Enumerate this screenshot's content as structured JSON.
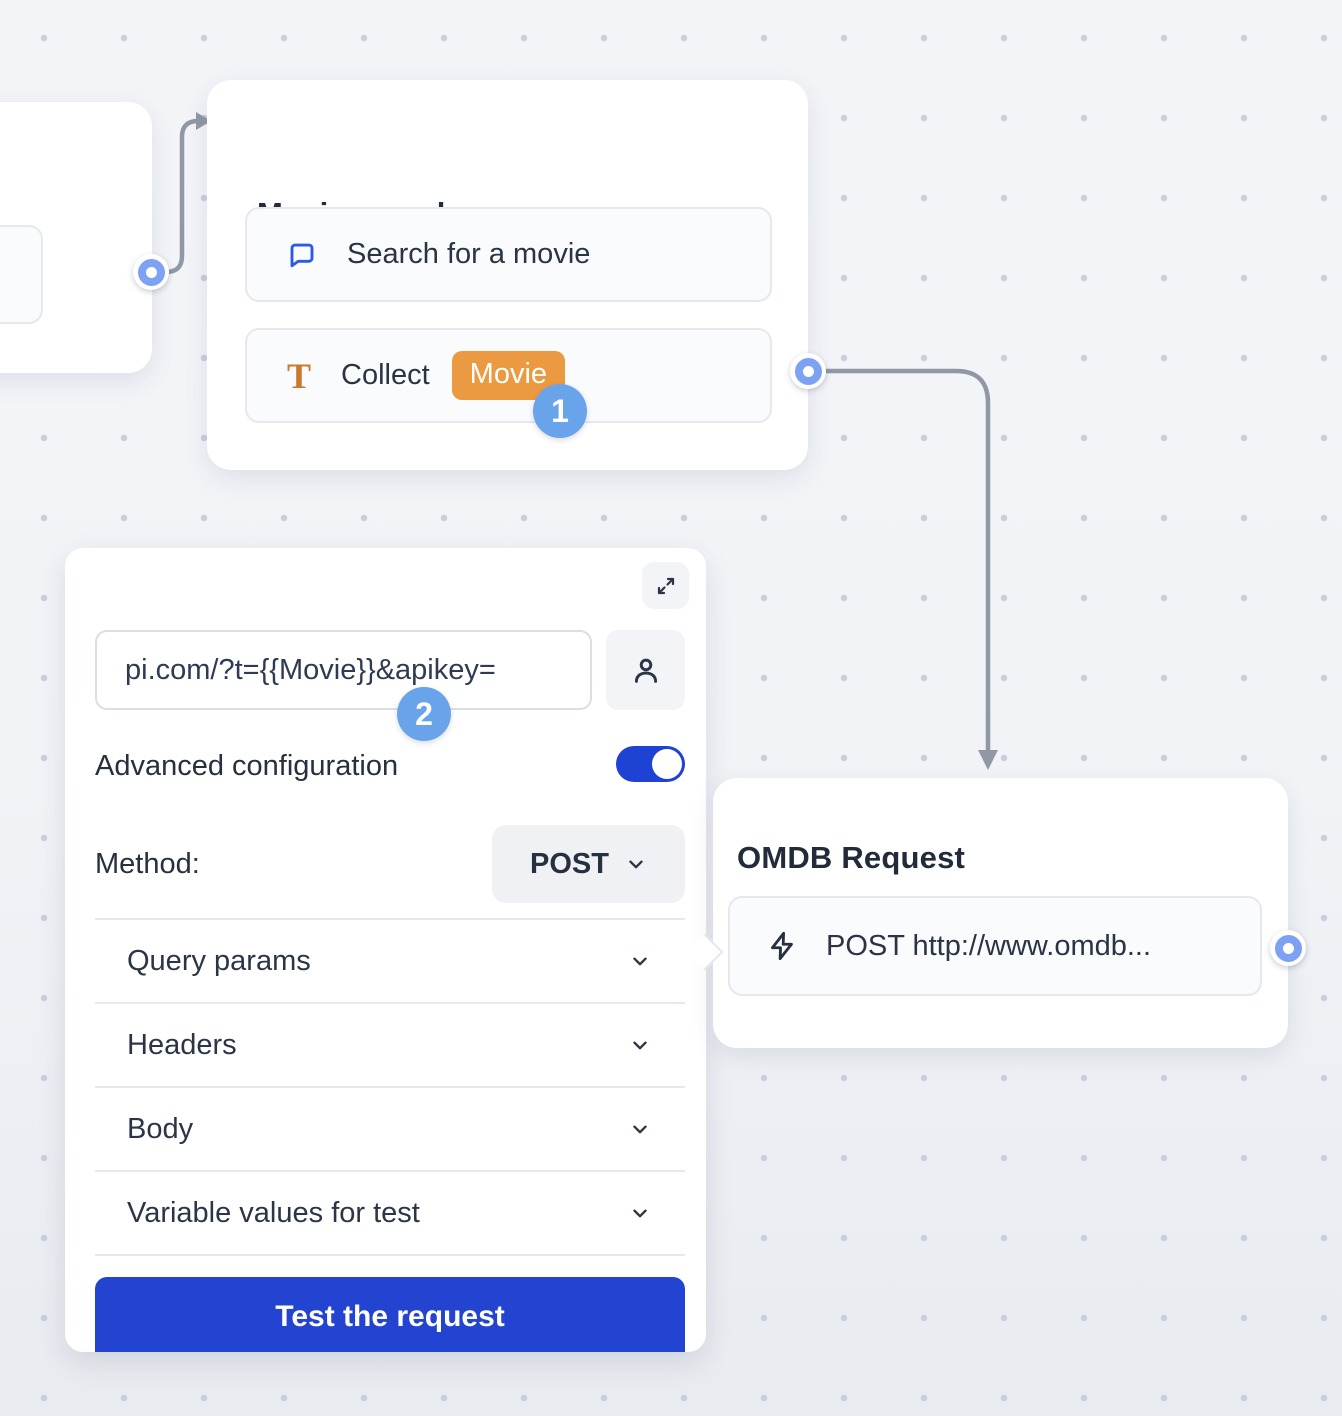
{
  "nodes": {
    "movie_search": {
      "title": "Movie search",
      "items": [
        {
          "icon": "chat-bubble-icon",
          "label": "Search for a movie"
        },
        {
          "icon": "text-input-icon",
          "label": "Collect",
          "variable_tag": "Movie"
        }
      ]
    },
    "omdb_request": {
      "title": "OMDB Request",
      "items": [
        {
          "icon": "lightning-icon",
          "label": "POST http://www.omdb..."
        }
      ]
    }
  },
  "step_badges": {
    "one": "1",
    "two": "2"
  },
  "editor": {
    "url_value": "pi.com/?t={{Movie}}&apikey=",
    "advanced_label": "Advanced configuration",
    "advanced_enabled": true,
    "method_label": "Method:",
    "method_value": "POST",
    "sections": [
      {
        "label": "Query params"
      },
      {
        "label": "Headers"
      },
      {
        "label": "Body"
      },
      {
        "label": "Variable values for test"
      }
    ],
    "test_button": "Test the request"
  },
  "colors": {
    "accent_blue": "#2343D1",
    "toggle_blue": "#1E42D4",
    "step_badge_blue": "#69A4EA",
    "variable_orange": "#EC9A41",
    "port_ring_blue": "#7DA2F4",
    "connector_gray": "#9098A6",
    "canvas_dot": "#C7CEDC"
  }
}
